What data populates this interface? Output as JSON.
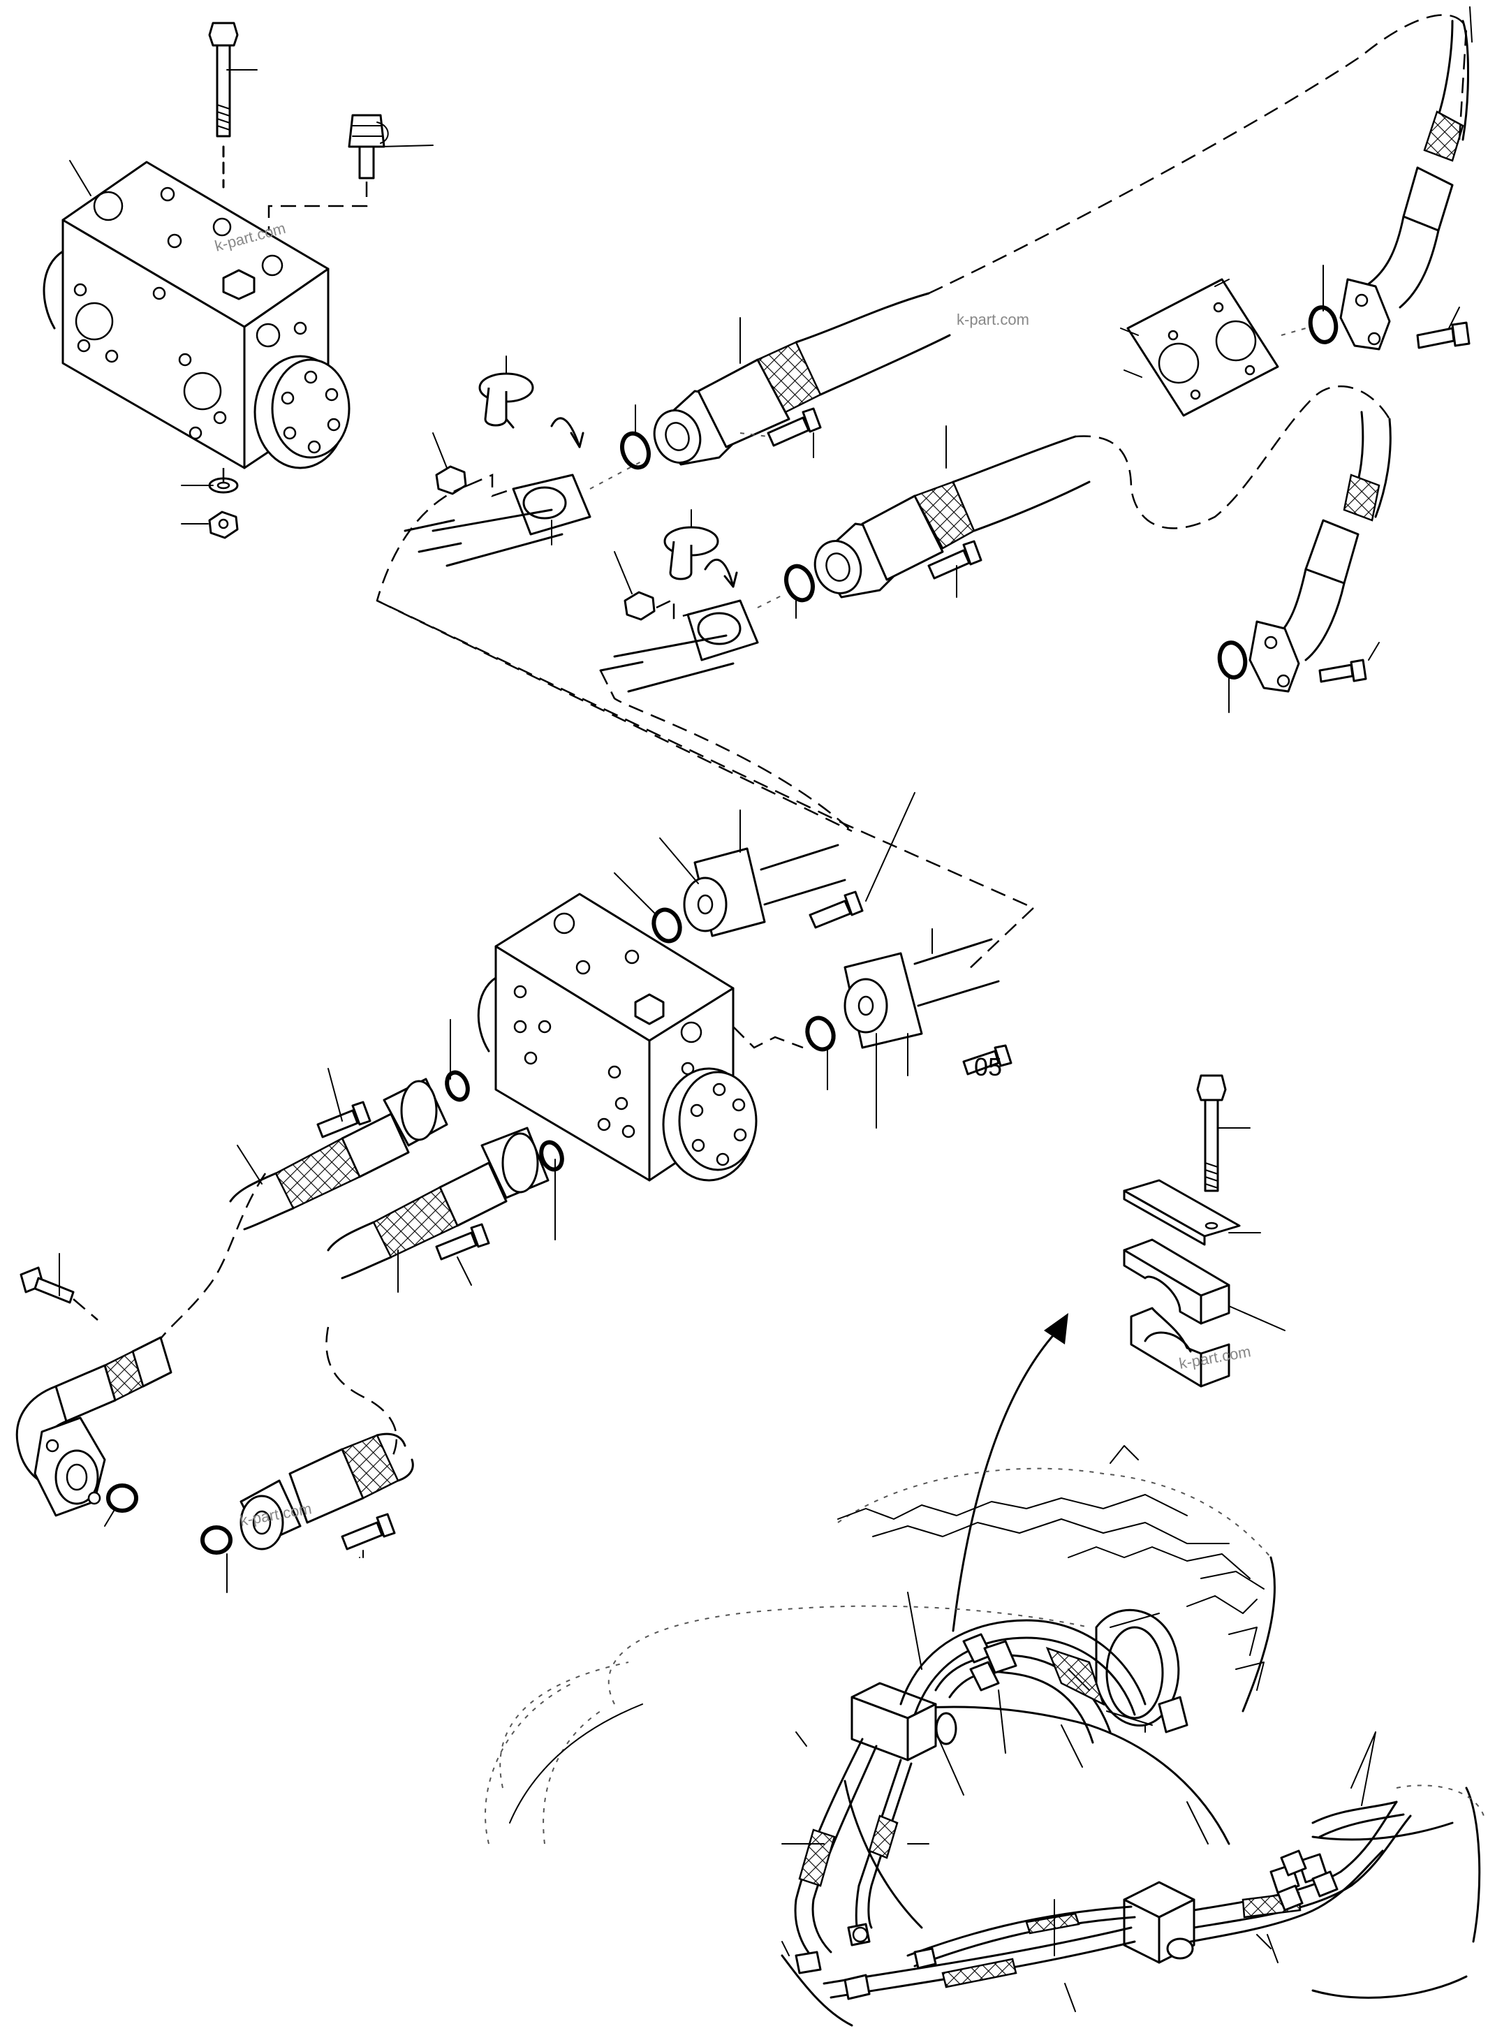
{
  "diagram": {
    "callout_labels": [
      {
        "id": "part-05",
        "text": "05"
      }
    ],
    "watermarks": [
      {
        "id": "wm-1",
        "text": "k-part.com"
      },
      {
        "id": "wm-2",
        "text": "k-part.com"
      },
      {
        "id": "wm-3",
        "text": "k-part.com"
      },
      {
        "id": "wm-4",
        "text": "k-part.com"
      }
    ],
    "icons": [
      "valve-block-icon",
      "bolt-icon",
      "nut-icon",
      "washer-icon",
      "o-ring-icon",
      "hose-fitting-icon",
      "flange-icon",
      "clamp-icon",
      "pipe-icon",
      "axle-assembly-icon"
    ]
  }
}
